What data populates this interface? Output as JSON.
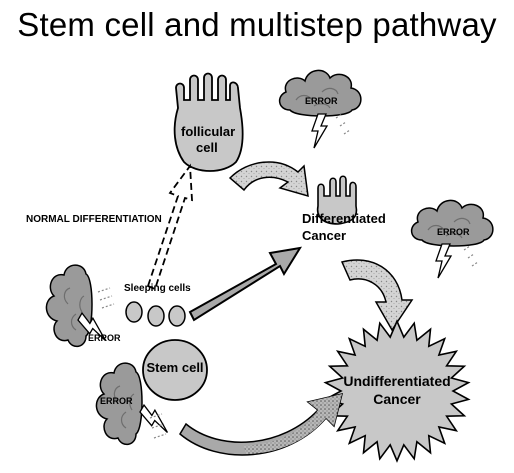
{
  "title": "Stem cell and multistep pathway",
  "labels": {
    "follicular_cell": [
      "follicular",
      "cell"
    ],
    "differentiated_cancer": [
      "Differentiated",
      "Cancer"
    ],
    "undifferentiated_cancer": [
      "Undifferentiated",
      "Cancer"
    ],
    "normal_differentiation": "NORMAL DIFFERENTIATION",
    "sleeping_cells": "Sleeping cells",
    "stem_cell": "Stem cell"
  },
  "error_label": "ERROR",
  "colors": {
    "cell_fill": "#c8c8c8",
    "arrow_fill": "#a9a9a9",
    "cloud_fill": "#9a9a9a",
    "outline": "#000000"
  }
}
